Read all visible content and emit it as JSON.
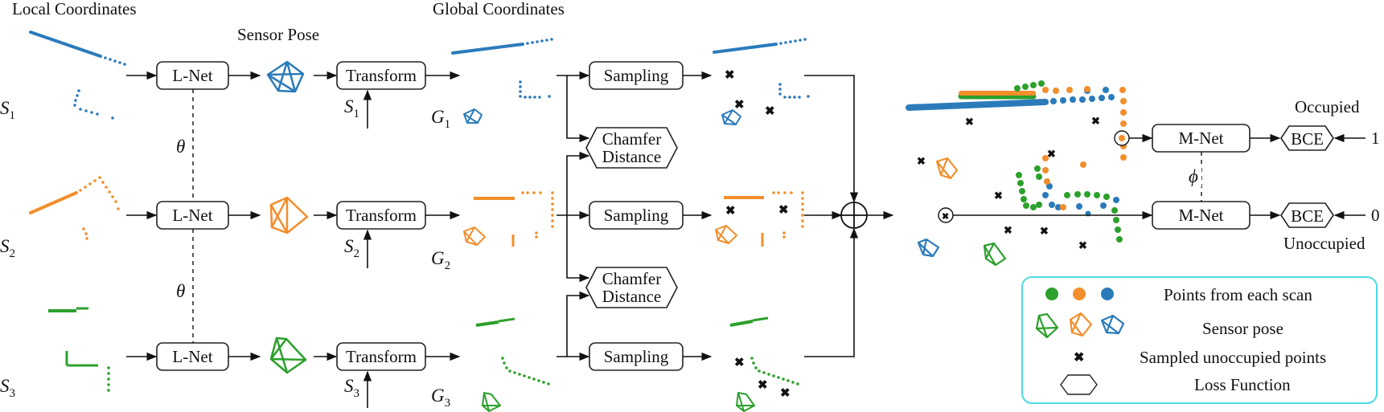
{
  "headers": {
    "local": "Local Coordinates",
    "sensor_pose": "Sensor Pose",
    "global": "Global Coordinates"
  },
  "scans": [
    {
      "scan_main": "S",
      "scan_sub": "1",
      "global_main": "G",
      "global_sub": "1"
    },
    {
      "scan_main": "S",
      "scan_sub": "2",
      "global_main": "G",
      "global_sub": "2"
    },
    {
      "scan_main": "S",
      "scan_sub": "3",
      "global_main": "G",
      "global_sub": "3"
    }
  ],
  "blocks": {
    "lnet": "L-Net",
    "transform": "Transform",
    "sampling": "Sampling",
    "chamfer_line1": "Chamfer",
    "chamfer_line2": "Distance",
    "mnet": "M-Net",
    "bce": "BCE"
  },
  "params": {
    "theta": "θ",
    "phi": "ϕ"
  },
  "right": {
    "occupied": "Occupied",
    "unoccupied": "Unoccupied",
    "target_occupied": "1",
    "target_unoccupied": "0"
  },
  "legend": {
    "points": "Points from each scan",
    "pose": "Sensor pose",
    "unoccupied": "Sampled unoccupied points",
    "loss": "Loss Function"
  },
  "colors": {
    "blue": "#2b7bba",
    "orange": "#f28e2b",
    "green": "#2ca02c",
    "legend_border": "#4dd9e6"
  }
}
